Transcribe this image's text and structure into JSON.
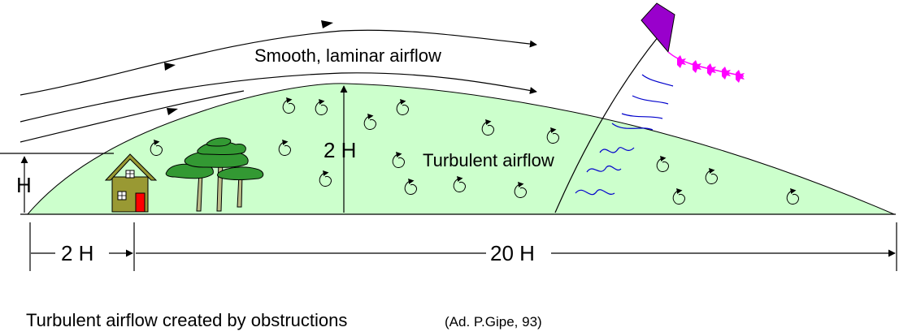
{
  "labels": {
    "laminar": "Smooth, laminar airflow",
    "turbulent": "Turbulent airflow",
    "height_h": "H",
    "height_2h": "2 H",
    "dist_2h": "2 H",
    "dist_20h": "20 H"
  },
  "caption": {
    "main": "Turbulent airflow created by obstructions",
    "credit": "(Ad. P.Gipe, 93)"
  },
  "colors": {
    "zone_fill": "#ccffcc",
    "house_wall": "#999933",
    "house_door": "#ff0000",
    "tree_foliage": "#339933",
    "kite": "#9900cc",
    "kite_tail": "#ff00ff",
    "streamer": "#0000cc"
  }
}
